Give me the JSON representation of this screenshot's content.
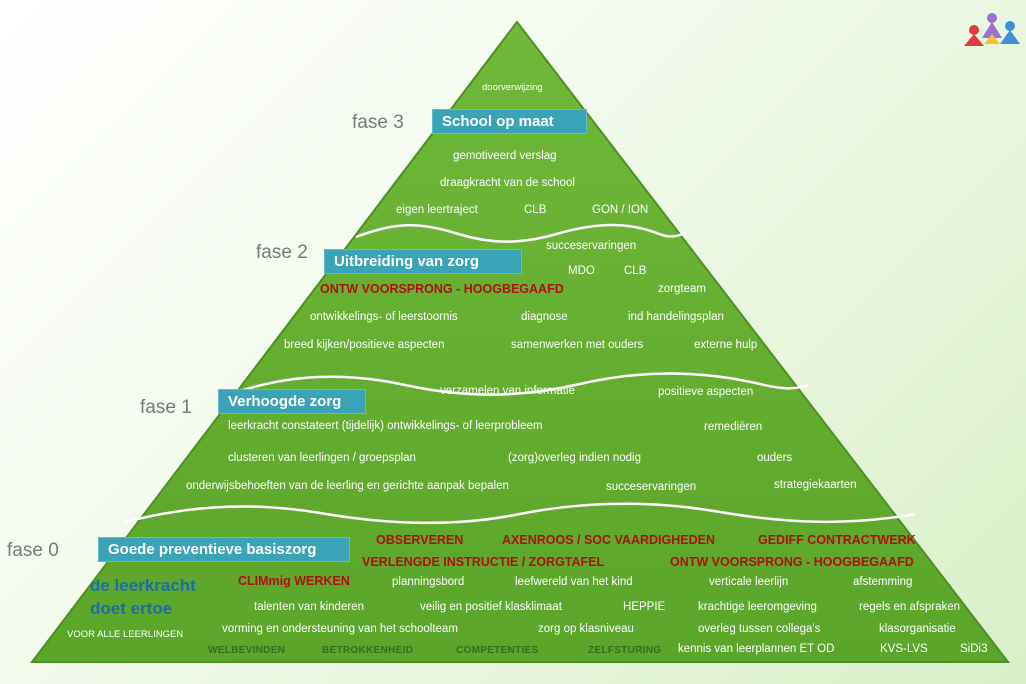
{
  "colors": {
    "pyramid": "#66b032",
    "box": "#3aa3b8",
    "red_text": "#b01010",
    "blue_text": "#1b6fa8"
  },
  "logo": {
    "icon": "colorful-people-logo-icon"
  },
  "top": {
    "doorverwijzing": "doorverwijzing"
  },
  "fase3": {
    "label": "fase 3",
    "box": "School op maat",
    "items": [
      "gemotiveerd verslag",
      "draagkracht van de school",
      "eigen leertraject",
      "CLB",
      "GON / ION"
    ]
  },
  "fase2": {
    "label": "fase 2",
    "box": "Uitbreiding van  zorg",
    "items": [
      "succeservaringen",
      "MDO",
      "CLB",
      "zorgteam",
      "ontwikkelings- of leerstoornis",
      "diagnose",
      "ind handelingsplan",
      "breed kijken/positieve aspecten",
      "samenwerken met ouders",
      "externe hulp"
    ],
    "red": "ONTW VOORSPRONG - HOOGBEGAAFD"
  },
  "fase1": {
    "label": "fase 1",
    "box": "Verhoogde zorg",
    "items": [
      "verzamelen van informatie",
      "positieve aspecten",
      "leerkracht constateert (tijdelijk) ontwikkelings- of leerprobleem",
      "remediëren",
      "clusteren van leerlingen / groepsplan",
      "(zorg)overleg indien nodig",
      "ouders",
      "onderwijsbehoeften van de leerling en gerichte aanpak bepalen",
      "succeservaringen",
      "strategiekaarten"
    ]
  },
  "fase0": {
    "label": "fase 0",
    "box": "Goede preventieve basiszorg",
    "blue1": "de leerkracht",
    "blue2": "doet ertoe",
    "red": [
      "OBSERVEREN",
      "AXENROOS / SOC VAARDIGHEDEN",
      "GEDIFF CONTRACTWERK",
      "VERLENGDE INSTRUCTIE / ZORGTAFEL",
      "ONTW VOORSPRONG - HOOGBEGAAFD",
      "CLIMmig WERKEN"
    ],
    "items": [
      "planningsbord",
      "leefwereld van het kind",
      "verticale leerlijn",
      "afstemming",
      "talenten van kinderen",
      "veilig en positief klasklimaat",
      "HEPPIE",
      "krachtige leeromgeving",
      "regels en afspraken",
      "VOOR ALLE LEERLINGEN",
      "vorming en ondersteuning van het schoolteam",
      "zorg op klasniveau",
      "overleg tussen collega's",
      "klasorganisatie",
      "kennis van leerplannen ET OD",
      "KVS-LVS",
      "SiDi3"
    ],
    "green": [
      "WELBEVINDEN",
      "BETROKKENHEID",
      "COMPETENTIES",
      "ZELFSTURING"
    ]
  }
}
